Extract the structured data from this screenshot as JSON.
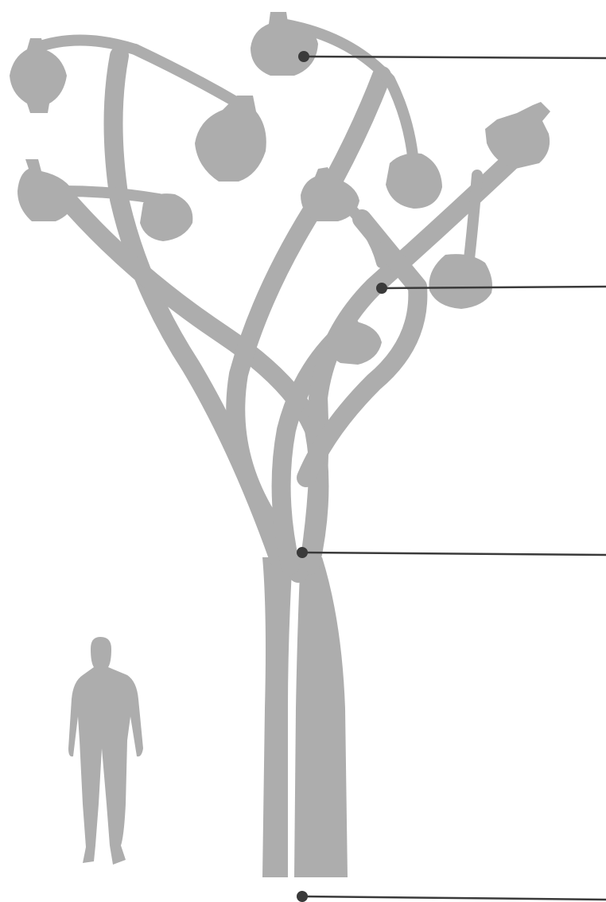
{
  "diagram": {
    "subject": "tree-sculpture-silhouette-with-scale-figure",
    "colors": {
      "silhouette": "#adadad",
      "callout": "#3a3a3a",
      "background": "#ffffff"
    },
    "callouts": [
      {
        "id": "top-pod",
        "label": ""
      },
      {
        "id": "branch-junction",
        "label": ""
      },
      {
        "id": "trunk-split",
        "label": ""
      },
      {
        "id": "ground-base",
        "label": ""
      }
    ],
    "scale_figure": {
      "icon": "standing-person-icon"
    }
  }
}
